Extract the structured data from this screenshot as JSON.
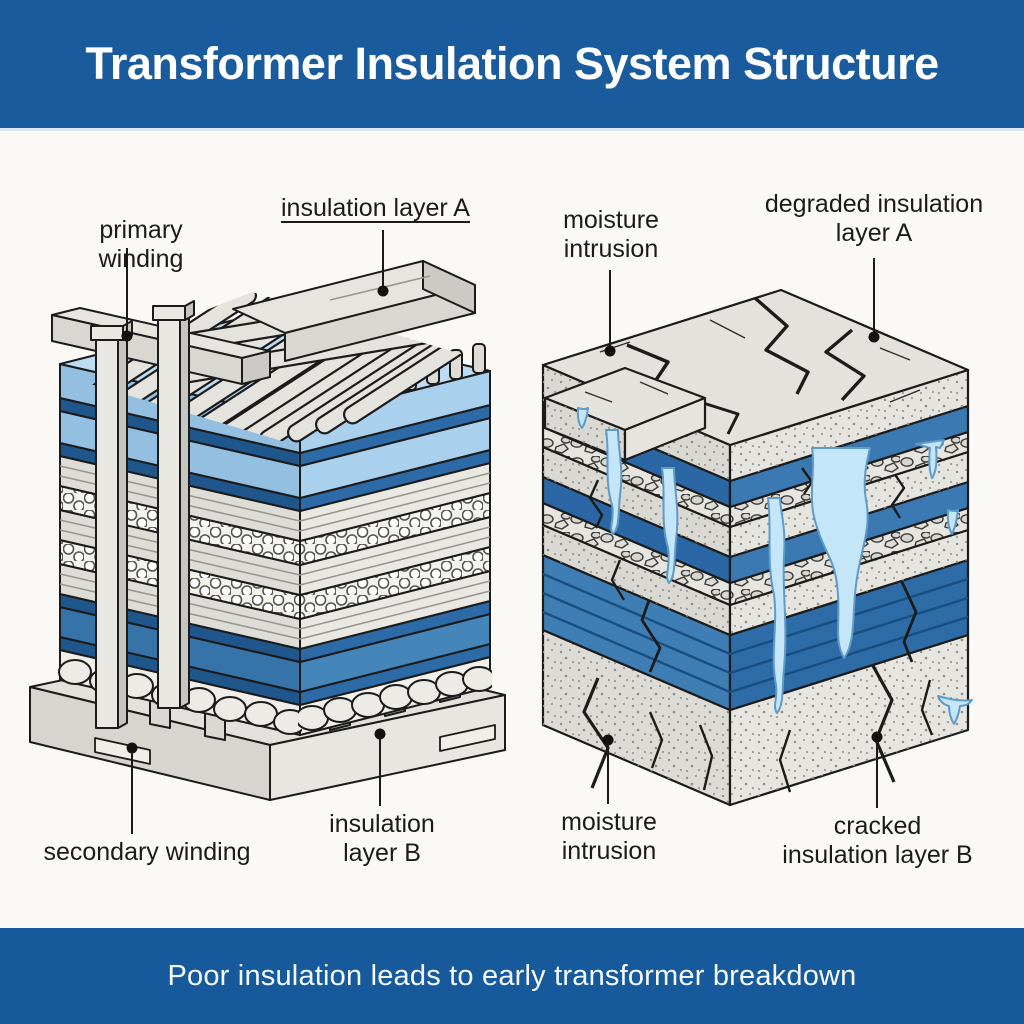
{
  "header": {
    "title": "Transformer Insulation System Structure"
  },
  "footer": {
    "caption": "Poor insulation leads to early transformer breakdown"
  },
  "left_diagram": {
    "labels": {
      "primary_winding": "primary winding",
      "insulation_layer_a": "insulation layer A",
      "secondary_winding": "secondary winding",
      "insulation_layer_b": "insulation\nlayer B"
    }
  },
  "right_diagram": {
    "labels": {
      "moisture_intrusion_top": "moisture\nintrusion",
      "degraded_insulation_layer_a": "degraded insulation\nlayer A",
      "moisture_intrusion_bottom": "moisture\nintrusion",
      "cracked_insulation_layer_b": "cracked\ninsulation layer B"
    }
  },
  "colors": {
    "banner_blue": "#1A5B9E",
    "insulation_light_blue": "#A9D0EC",
    "insulation_dark_blue": "#2C6BA8",
    "water_blue": "#C5E5F8",
    "slab_gray": "#E5E4DF",
    "outline_black": "#1B1B1B",
    "background": "#FAF9F5"
  }
}
